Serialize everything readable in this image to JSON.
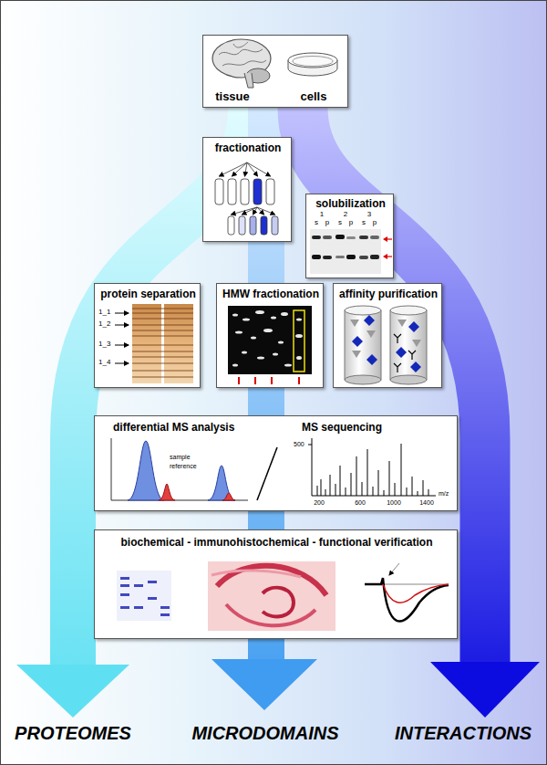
{
  "diagram": {
    "nodes": [
      {
        "text": [
          "tissue",
          "cells"
        ]
      },
      {
        "text": [
          "fractionation"
        ]
      },
      {
        "text": [
          "solubilization"
        ]
      },
      {
        "text": [
          "protein separation"
        ]
      },
      {
        "text": [
          "HMW fractionation"
        ]
      },
      {
        "text": [
          "affinity purification"
        ]
      },
      {
        "text": [
          "differential MS analysis",
          "MS sequencing"
        ]
      },
      {
        "text": [
          "biochemical - immunohistochemical - functional verification"
        ]
      }
    ],
    "labels": [
      "1",
      "2",
      "3",
      "s",
      "p",
      "s",
      "p",
      "s",
      "p",
      "1_1",
      "1_2",
      "1_3",
      "1_4",
      "sample",
      "reference",
      "500",
      "200",
      "600",
      "1000",
      "1400",
      "m/z",
      "PROTEOMES",
      "MICRODOMAINS",
      "INTERACTIONS"
    ]
  }
}
